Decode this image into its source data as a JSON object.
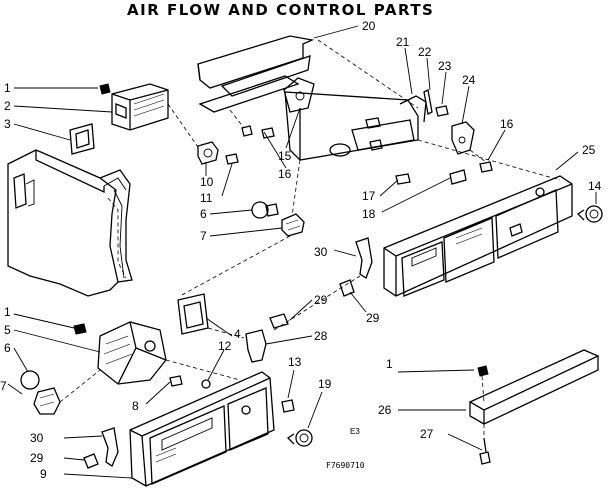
{
  "title": "AIR FLOW AND CONTROL PARTS",
  "callouts": [
    {
      "id": "c-20",
      "label": "20"
    },
    {
      "id": "c-21",
      "label": "21"
    },
    {
      "id": "c-22",
      "label": "22"
    },
    {
      "id": "c-23",
      "label": "23"
    },
    {
      "id": "c-24",
      "label": "24"
    },
    {
      "id": "c-16a",
      "label": "16"
    },
    {
      "id": "c-25",
      "label": "25"
    },
    {
      "id": "c-14",
      "label": "14"
    },
    {
      "id": "c-15",
      "label": "15"
    },
    {
      "id": "c-16b",
      "label": "16"
    },
    {
      "id": "c-17",
      "label": "17"
    },
    {
      "id": "c-18",
      "label": "18"
    },
    {
      "id": "c-1a",
      "label": "1"
    },
    {
      "id": "c-2",
      "label": "2"
    },
    {
      "id": "c-3",
      "label": "3"
    },
    {
      "id": "c-10",
      "label": "10"
    },
    {
      "id": "c-11",
      "label": "11"
    },
    {
      "id": "c-6a",
      "label": "6"
    },
    {
      "id": "c-7a",
      "label": "7"
    },
    {
      "id": "c-30a",
      "label": "30"
    },
    {
      "id": "c-29a",
      "label": "29"
    },
    {
      "id": "c-29b",
      "label": "29"
    },
    {
      "id": "c-28",
      "label": "28"
    },
    {
      "id": "c-1b",
      "label": "1"
    },
    {
      "id": "c-5",
      "label": "5"
    },
    {
      "id": "c-6b",
      "label": "6"
    },
    {
      "id": "c-7b",
      "label": "7"
    },
    {
      "id": "c-4",
      "label": "4"
    },
    {
      "id": "c-12",
      "label": "12"
    },
    {
      "id": "c-8",
      "label": "8"
    },
    {
      "id": "c-13",
      "label": "13"
    },
    {
      "id": "c-19",
      "label": "19"
    },
    {
      "id": "c-30b",
      "label": "30"
    },
    {
      "id": "c-29c",
      "label": "29"
    },
    {
      "id": "c-9",
      "label": "9"
    },
    {
      "id": "c-1c",
      "label": "1"
    },
    {
      "id": "c-26",
      "label": "26"
    },
    {
      "id": "c-27",
      "label": "27"
    }
  ],
  "marks": {
    "e3": "E3",
    "figure_code": "F7690710"
  }
}
